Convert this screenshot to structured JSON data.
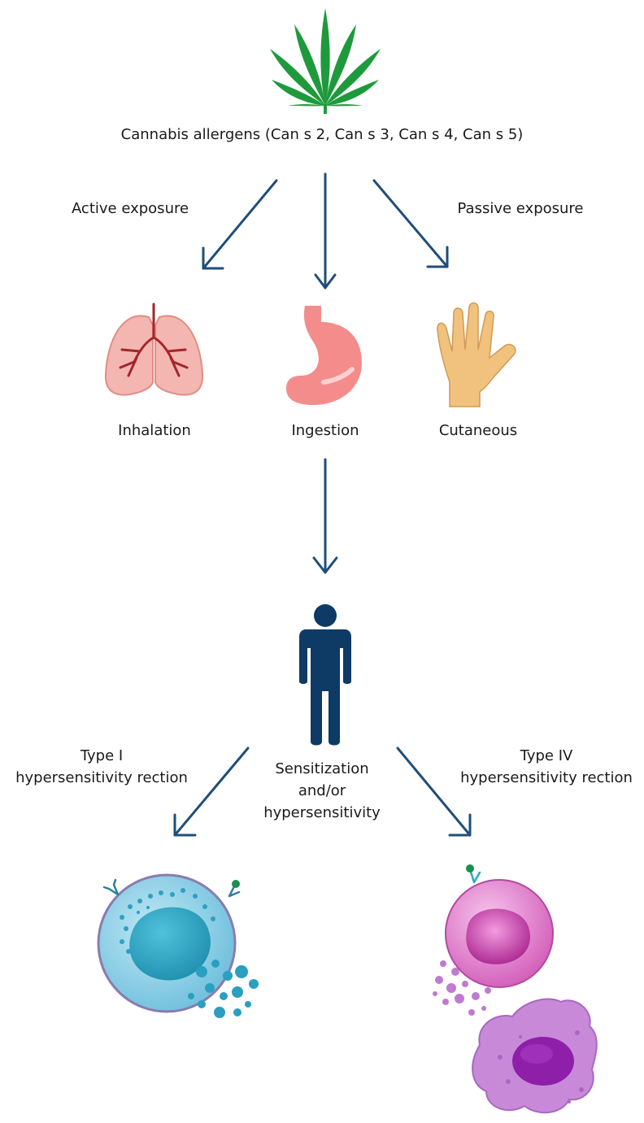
{
  "allergens_label": "Cannabis allergens (Can s 2, Can s 3, Can s 4, Can s 5)",
  "exposure": {
    "active": "Active exposure",
    "passive": "Passive exposure"
  },
  "routes": {
    "inhalation": "Inhalation",
    "ingestion": "Ingestion",
    "cutaneous": "Cutaneous"
  },
  "reactions": {
    "type1": {
      "line1": "Type I",
      "line2": "hypersensitivity rection"
    },
    "type4": {
      "line1": "Type IV",
      "line2": "hypersensitivity rection"
    },
    "center": {
      "line1": "Sensitization",
      "line2": "and/or",
      "line3": "hypersensitivity"
    }
  },
  "colors": {
    "arrow": "#1f4e79",
    "person": "#0d3b66",
    "leaf": "#1e9a3c",
    "lung": "#f4b6b0",
    "vessel": "#a3262b",
    "stomach": "#f48c8c",
    "hand": "#f1c27d",
    "mast_cell": "#3fa9c9",
    "t_cell": "#d25bb8",
    "macrophage": "#c88ad8"
  },
  "icons": [
    "cannabis-leaf-icon",
    "lungs-icon",
    "stomach-icon",
    "hand-icon",
    "person-icon",
    "mast-cell-icon",
    "t-cell-icon",
    "macrophage-icon"
  ]
}
